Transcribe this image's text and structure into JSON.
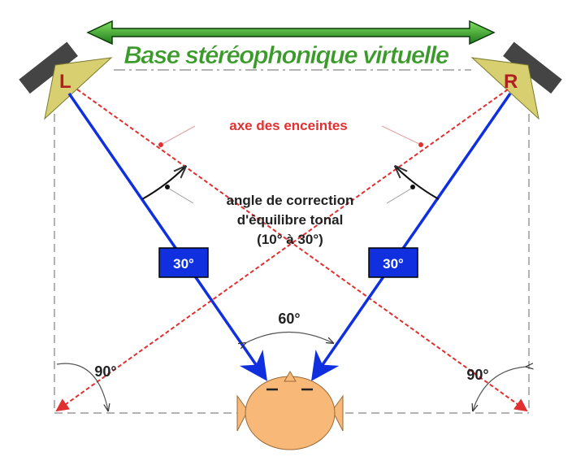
{
  "title": "Base stéréophonique virtuelle",
  "speakers": {
    "left": "L",
    "right": "R"
  },
  "axis_label": "axe des enceintes",
  "correction": {
    "line1": "angle de correction",
    "line2": "d'équilibre tonal",
    "line3": "(10° à 30°)"
  },
  "angles": {
    "left_box": "30°",
    "right_box": "30°",
    "listening": "60°",
    "left_right_angle": "90°",
    "right_right_angle": "90°"
  },
  "colors": {
    "green": "#3a9a2a",
    "blue": "#1030e0",
    "red": "#e03030",
    "head": "#f8b878",
    "speaker": "#d8d070"
  }
}
